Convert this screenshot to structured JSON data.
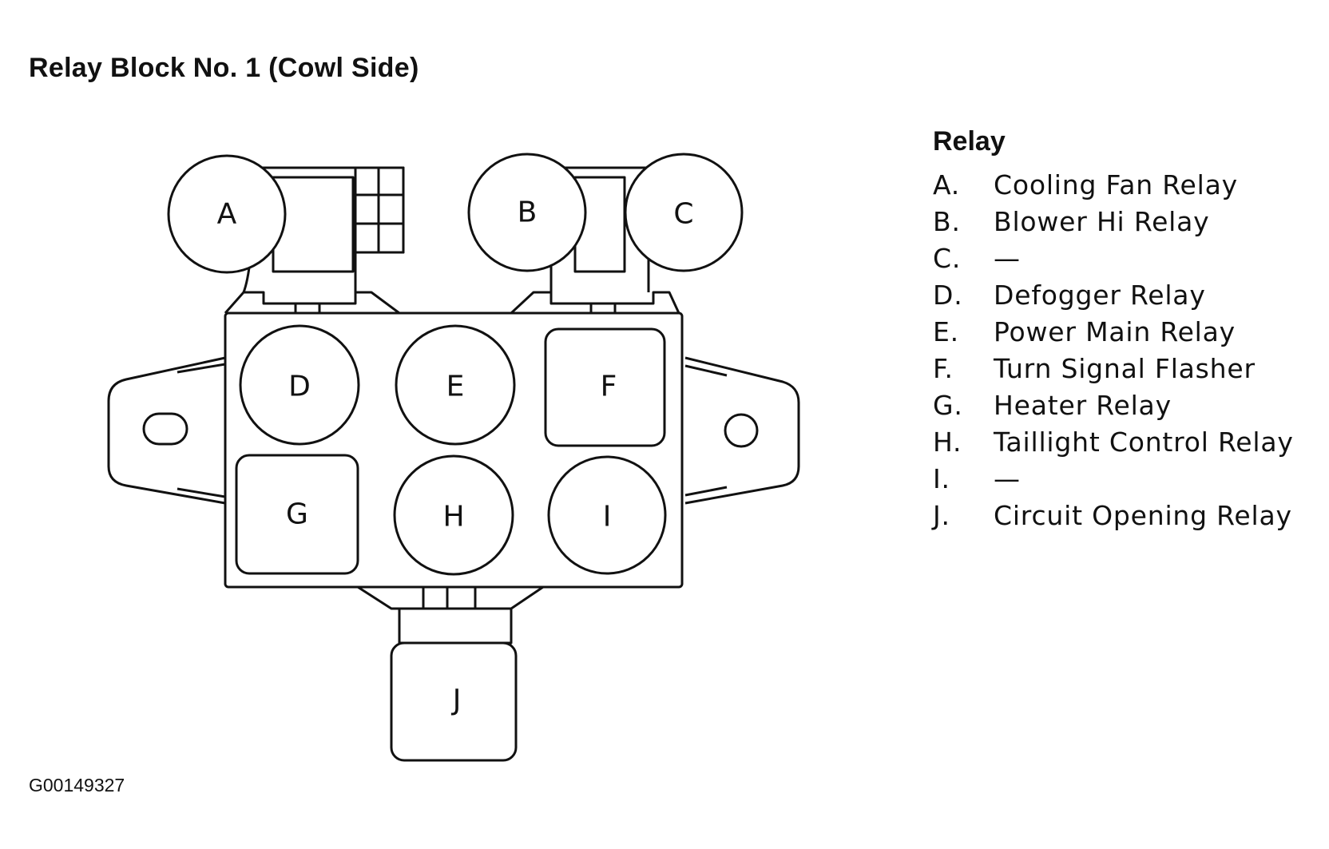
{
  "title": "Relay Block No. 1 (Cowl Side)",
  "figure_id": "G00149327",
  "diagram": {
    "relays": [
      "A",
      "B",
      "C",
      "D",
      "E",
      "F",
      "G",
      "H",
      "I",
      "J"
    ]
  },
  "legend": {
    "heading": "Relay",
    "items": [
      {
        "key": "A.",
        "label": "Cooling Fan Relay"
      },
      {
        "key": "B.",
        "label": "Blower Hi Relay"
      },
      {
        "key": "C.",
        "label": "—"
      },
      {
        "key": "D.",
        "label": "Defogger Relay"
      },
      {
        "key": "E.",
        "label": "Power Main Relay"
      },
      {
        "key": "F.",
        "label": "Turn Signal Flasher"
      },
      {
        "key": "G.",
        "label": "Heater Relay"
      },
      {
        "key": "H.",
        "label": "Taillight Control Relay"
      },
      {
        "key": "I.",
        "label": "—"
      },
      {
        "key": "J.",
        "label": "Circuit Opening Relay"
      }
    ]
  }
}
